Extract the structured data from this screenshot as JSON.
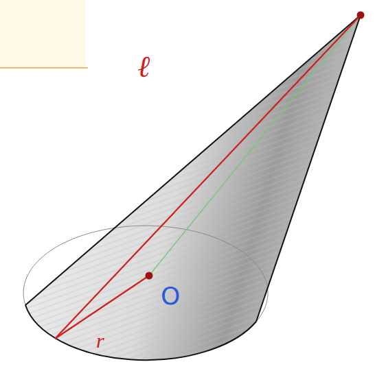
{
  "diagram": {
    "labels": [
      "ℓ",
      "r",
      "O"
    ]
  }
}
